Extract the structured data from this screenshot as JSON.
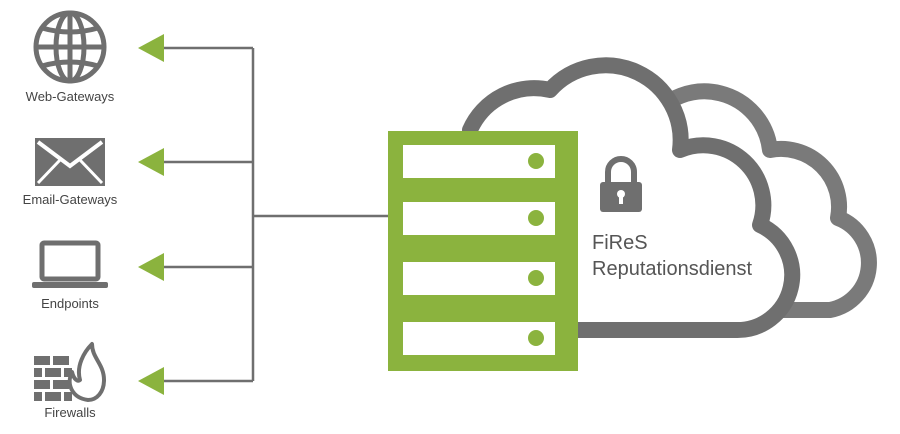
{
  "colors": {
    "green": "#8BB33E",
    "green_dark": "#7EA334",
    "gray": "#6F6F6F",
    "gray_light": "#7A7A7A",
    "white": "#FFFFFF"
  },
  "targets": [
    {
      "label": "Web-Gateways",
      "icon": "globe-icon"
    },
    {
      "label": "Email-Gateways",
      "icon": "envelope-icon"
    },
    {
      "label": "Endpoints",
      "icon": "laptop-icon"
    },
    {
      "label": "Firewalls",
      "icon": "firewall-icon"
    }
  ],
  "service": {
    "title_line1": "FiReS",
    "title_line2": "Reputationsdienst",
    "icon": "lock-icon"
  },
  "server": {
    "icon": "server-icon",
    "units": 4
  }
}
